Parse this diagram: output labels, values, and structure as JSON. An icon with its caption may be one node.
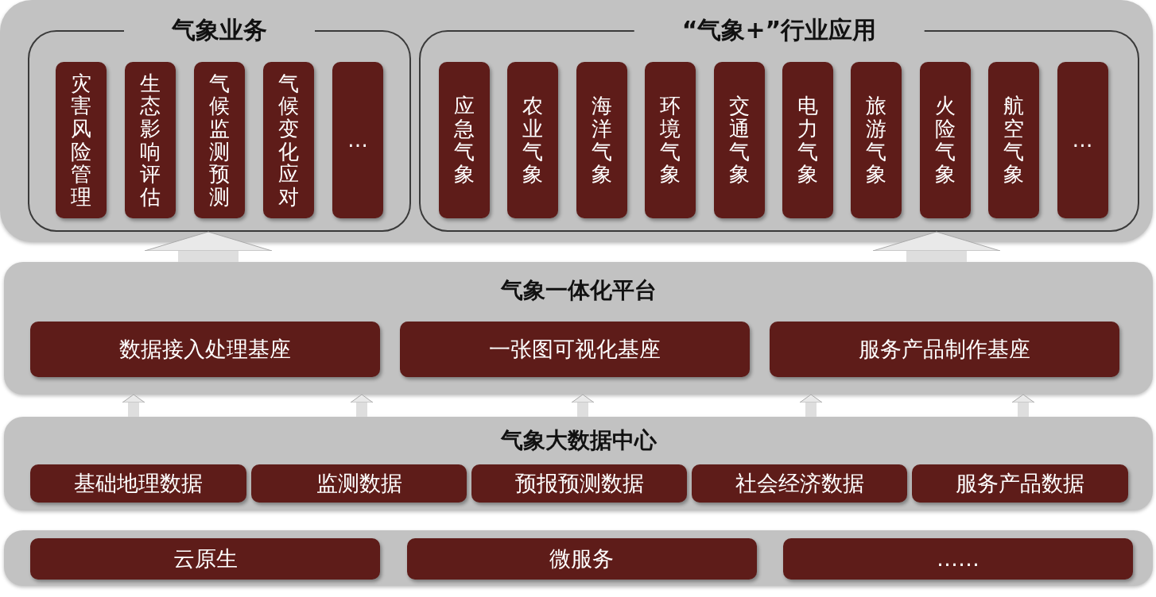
{
  "diagram": {
    "nodes": [
      {
        "text": [],
        "shape": "box"
      },
      {
        "text": [
          "气象业务"
        ],
        "in": 0
      },
      {
        "text": [
          "灾害风险管理"
        ],
        "in": 1
      },
      {
        "text": [
          "生态影响评估"
        ],
        "in": 1
      },
      {
        "text": [
          "气候监测预测"
        ],
        "in": 1
      },
      {
        "text": [
          "气候变化应对"
        ],
        "in": 1
      },
      {
        "text": [
          "…"
        ],
        "in": 1
      },
      {
        "text": [
          "“气象+”行业应用"
        ],
        "in": 0
      },
      {
        "text": [
          "应急气象"
        ],
        "in": 7
      },
      {
        "text": [
          "农业气象"
        ],
        "in": 7
      },
      {
        "text": [
          "海洋气象"
        ],
        "in": 7
      },
      {
        "text": [
          "环境气象"
        ],
        "in": 7
      },
      {
        "text": [
          "交通气象"
        ],
        "in": 7
      },
      {
        "text": [
          "电力气象"
        ],
        "in": 7
      },
      {
        "text": [
          "旅游气象"
        ],
        "in": 7
      },
      {
        "text": [
          "火险气象"
        ],
        "in": 7
      },
      {
        "text": [
          "航空气象"
        ],
        "in": 7
      },
      {
        "text": [
          "…"
        ],
        "in": 7
      },
      {
        "text": [
          "气象一体化平台"
        ]
      },
      {
        "text": [
          "数据接入处理基座"
        ],
        "in": 18
      },
      {
        "text": [
          "一张图可视化基座"
        ],
        "in": 18
      },
      {
        "text": [
          "服务产品制作基座"
        ],
        "in": 18
      },
      {
        "text": [
          "气象大数据中心"
        ]
      },
      {
        "text": [
          "基础地理数据"
        ],
        "in": 22
      },
      {
        "text": [
          "监测数据"
        ],
        "in": 22
      },
      {
        "text": [
          "预报预测数据"
        ],
        "in": 22
      },
      {
        "text": [
          "社会经济数据"
        ],
        "in": 22
      },
      {
        "text": [
          "服务产品数据"
        ],
        "in": 22
      },
      {
        "text": [],
        "shape": "box"
      },
      {
        "text": [
          "云原生"
        ],
        "in": 28
      },
      {
        "text": [
          "微服务"
        ],
        "in": 28
      },
      {
        "text": [
          "……"
        ],
        "in": 28
      }
    ],
    "edges": [
      {
        "from": 18,
        "to": 1,
        "arrow": "to",
        "style": "thick"
      },
      {
        "from": 18,
        "to": 7,
        "arrow": "to",
        "style": "thick"
      },
      {
        "from": 22,
        "to": 18,
        "arrow": "to"
      },
      {
        "from": 22,
        "to": 18,
        "arrow": "to"
      },
      {
        "from": 22,
        "to": 18,
        "arrow": "to"
      },
      {
        "from": 22,
        "to": 18,
        "arrow": "to"
      },
      {
        "from": 22,
        "to": 18,
        "arrow": "to"
      }
    ]
  }
}
